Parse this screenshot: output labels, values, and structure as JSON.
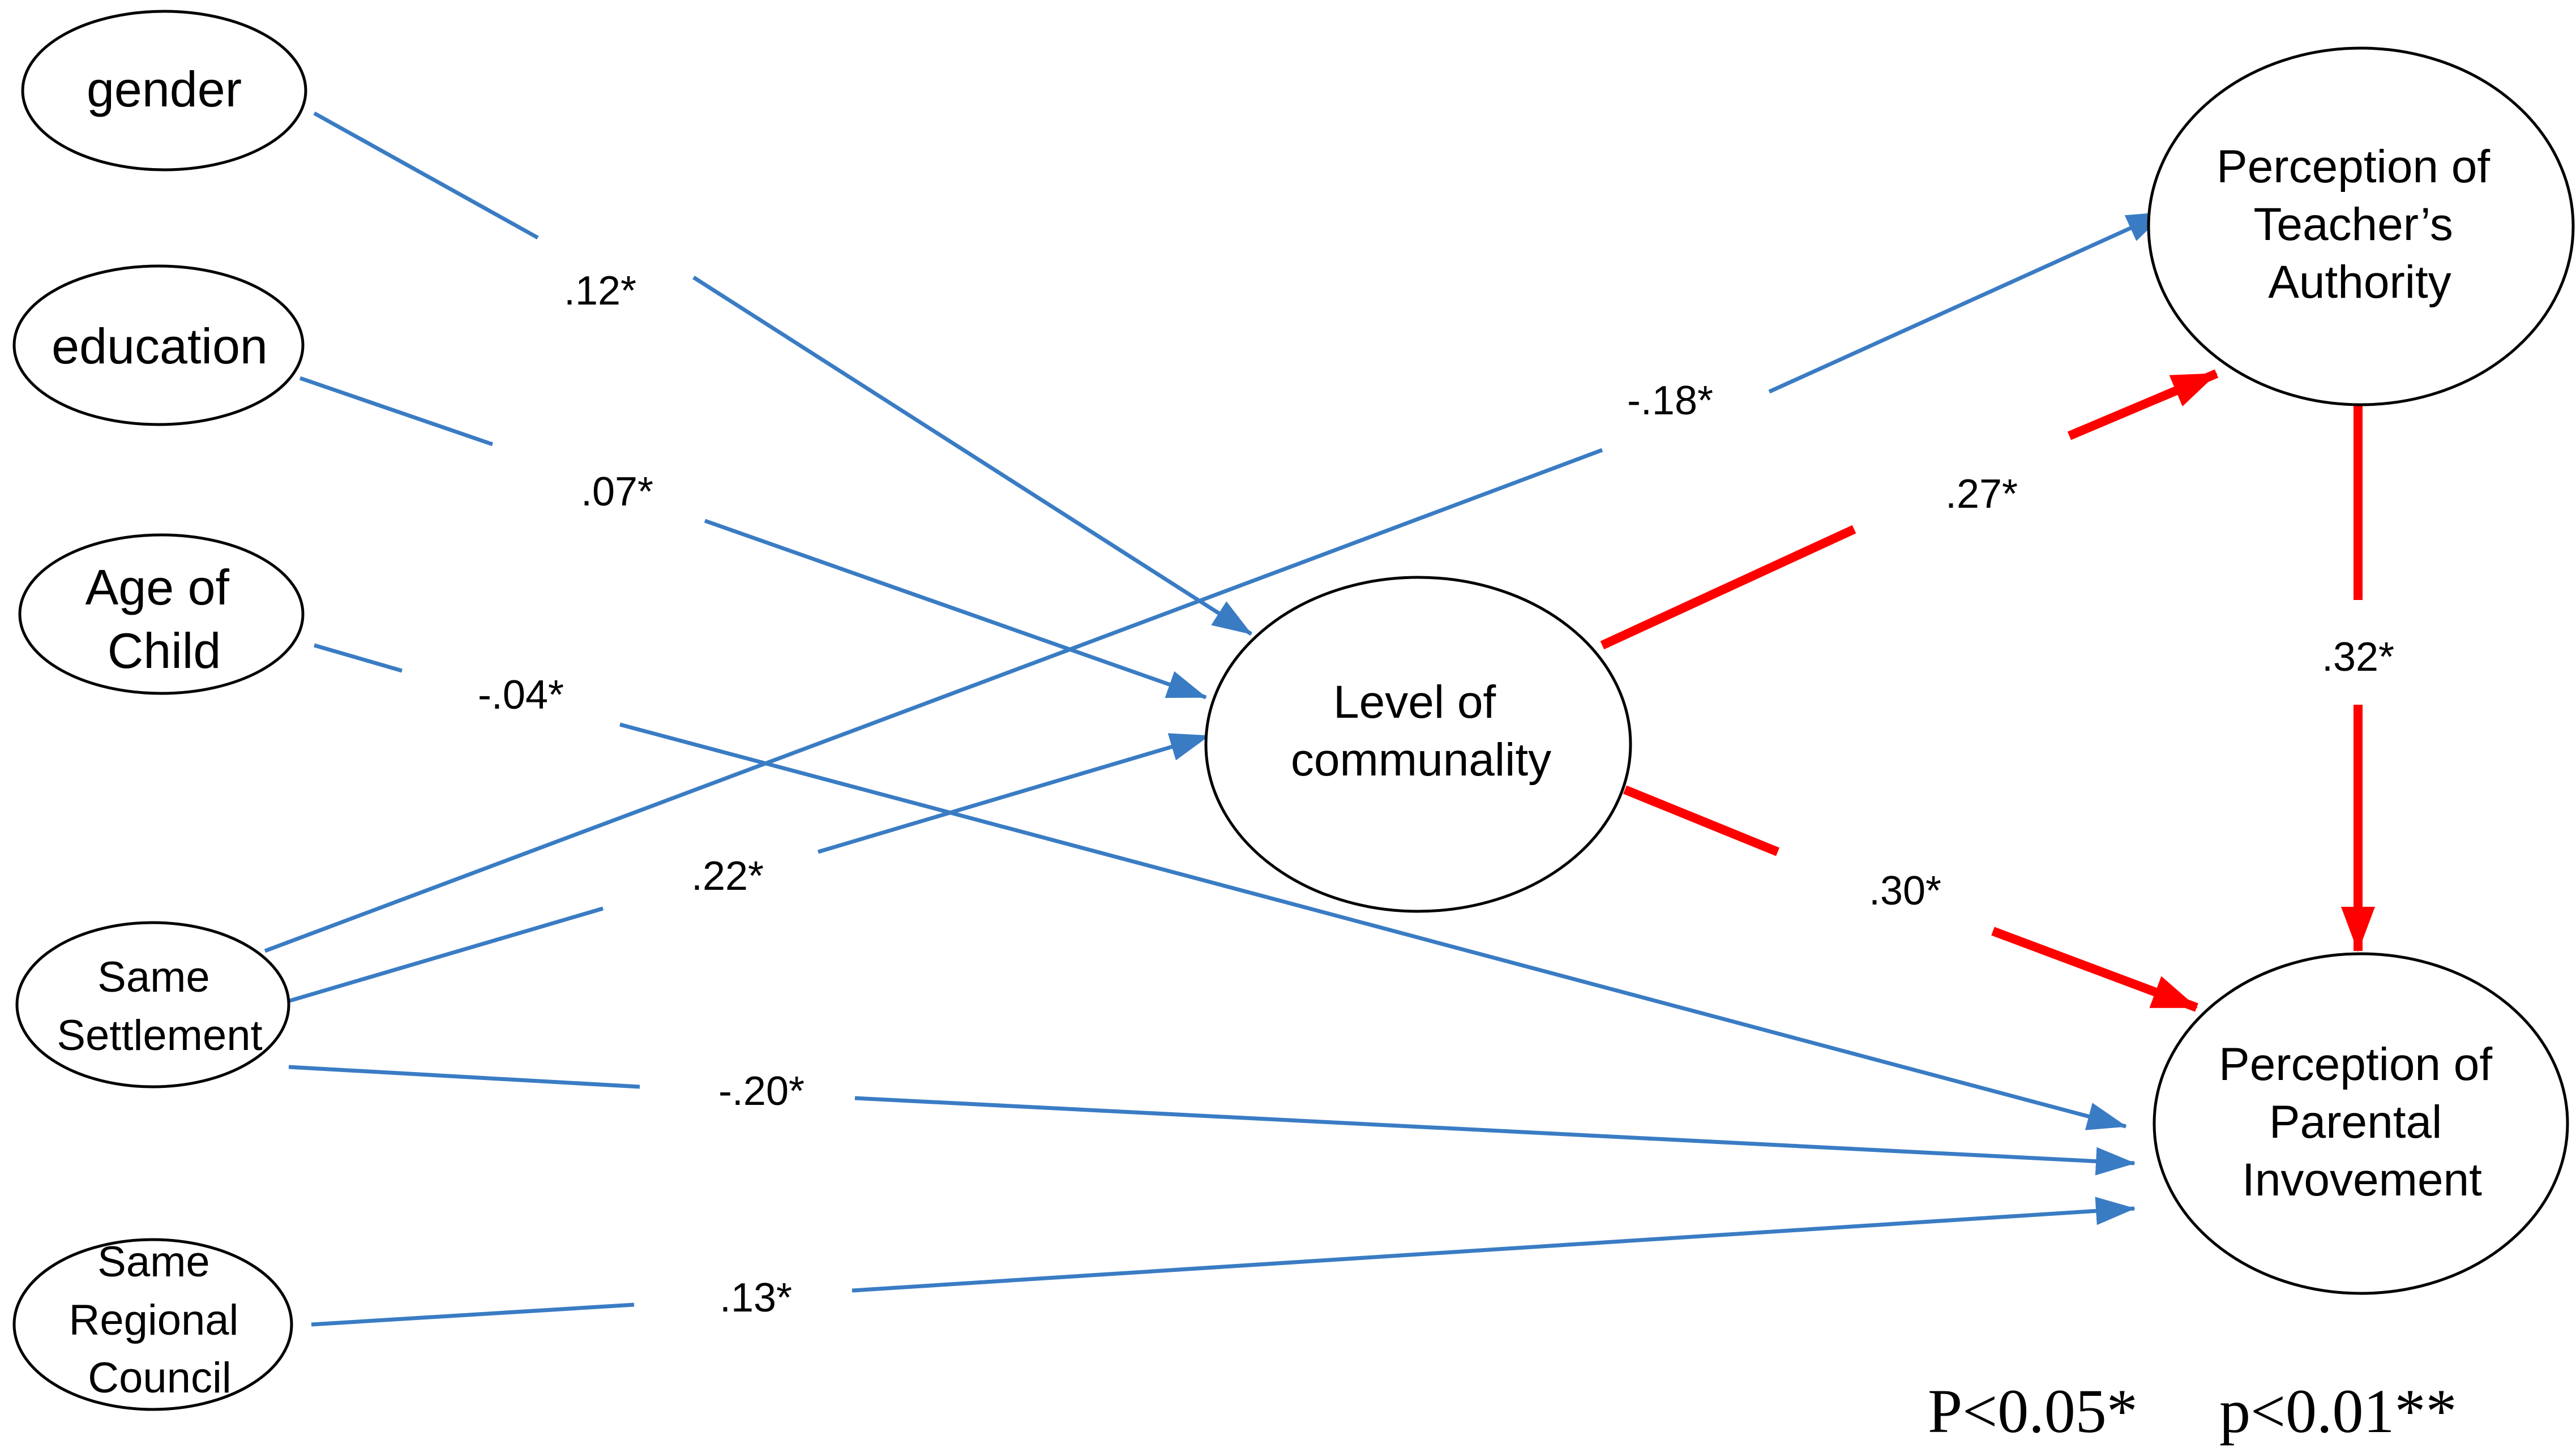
{
  "colors": {
    "blue_path": "#3A7CC4",
    "red_path": "#FF0000",
    "outline": "#000000",
    "background": "#FFFFFF"
  },
  "nodes": {
    "gender": {
      "lines": [
        "gender"
      ]
    },
    "education": {
      "lines": [
        "education"
      ]
    },
    "age_of_child": {
      "lines": [
        "Age of",
        "Child"
      ]
    },
    "same_settlement": {
      "lines": [
        "Same",
        "Settlement"
      ]
    },
    "same_regional_council": {
      "lines": [
        "Same",
        "Regional",
        "Council"
      ]
    },
    "level_of_communality": {
      "lines": [
        "Level of",
        "communality"
      ]
    },
    "teacher_authority": {
      "lines": [
        "Perception of",
        "Teacher’s",
        "Authority"
      ]
    },
    "parental_involvement": {
      "lines": [
        "Perception of",
        "Parental",
        "Invovement"
      ]
    }
  },
  "paths": [
    {
      "id": "gender_to_communality",
      "from": "gender",
      "to": "level_of_communality",
      "coefficient": ".12*",
      "color": "blue"
    },
    {
      "id": "education_to_communality",
      "from": "education",
      "to": "level_of_communality",
      "coefficient": ".07*",
      "color": "blue"
    },
    {
      "id": "age_to_parental",
      "from": "age_of_child",
      "to": "parental_involvement",
      "coefficient": "-.04*",
      "color": "blue"
    },
    {
      "id": "settlement_to_teacher",
      "from": "same_settlement",
      "to": "teacher_authority",
      "coefficient": "-.18*",
      "color": "blue"
    },
    {
      "id": "settlement_to_communality",
      "from": "same_settlement",
      "to": "level_of_communality",
      "coefficient": ".22*",
      "color": "blue"
    },
    {
      "id": "settlement_to_parental",
      "from": "same_settlement",
      "to": "parental_involvement",
      "coefficient": "-.20*",
      "color": "blue"
    },
    {
      "id": "council_to_parental",
      "from": "same_regional_council",
      "to": "parental_involvement",
      "coefficient": ".13*",
      "color": "blue"
    },
    {
      "id": "communality_to_teacher",
      "from": "level_of_communality",
      "to": "teacher_authority",
      "coefficient": ".27*",
      "color": "red"
    },
    {
      "id": "communality_to_parental",
      "from": "level_of_communality",
      "to": "parental_involvement",
      "coefficient": ".30*",
      "color": "red"
    },
    {
      "id": "teacher_to_parental",
      "from": "teacher_authority",
      "to": "parental_involvement",
      "coefficient": ".32*",
      "color": "red"
    }
  ],
  "legend": {
    "p05": "P<0.05*",
    "p01": "p<0.01**"
  }
}
